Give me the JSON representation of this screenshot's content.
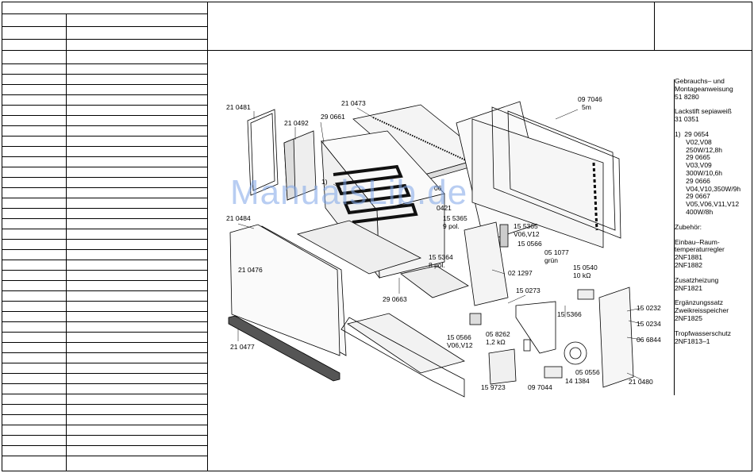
{
  "labels": {
    "p210481": "21 0481",
    "p210492": "21 0492",
    "p290661": "29 0661",
    "p210473": "21 0473",
    "p097046a": "09 7046",
    "p097046b": "5m",
    "ref1": "1)",
    "p210484": "21 0484",
    "p210476": "21 0476",
    "p210477": "21 0477",
    "p290663": "29 0663",
    "p155365a": "15 5365",
    "p155365b": "9 pol.",
    "p155365c": "15 5365",
    "p155365d": "V06,V12",
    "p150566a": "15 0566",
    "p155364a": "15 5364",
    "p155364b": "8 pol.",
    "p021297": "02 1297",
    "p051077a": "05 1077",
    "p051077b": "grün",
    "p150540a": "15 0540",
    "p150540b": "10 kΩ",
    "p150273": "15 0273",
    "p155366": "15 5366",
    "p150566b": "15 0566",
    "p150566c": "V06,V12",
    "p058262a": "05 8262",
    "p058262b": "1,2 kΩ",
    "p159723": "15 9723",
    "p097044": "09 7044",
    "p141384": "14 1384",
    "p050556": "05 0556",
    "p150232": "15 0232",
    "p150234": "15 0234",
    "p066844": "06 6844",
    "p210480": "21 0480",
    "p0421": "0421",
    "p06": "06"
  },
  "side_notes": [
    "Gebrauchs– und\nMontageanweisung\n51 8280",
    "Lackstift sepiaweiß\n31 0351",
    "1)  29 0654\n      V02,V08\n      250W/12,8h\n      29 0665\n      V03,V09\n      300W/10,6h\n      29 0666\n      V04,V10,350W/9h\n      29 0667\n      V05,V06,V11,V12\n      400W/8h",
    "Zubehör:",
    "Einbau–Raum-\ntemperaturregler\n2NF1881\n2NF1882",
    "Zusatzheizung\n2NF1821",
    "Ergänzungssatz\nZweikreisspeicher\n2NF1825",
    "Tropfwasserschutz\n2NF1813–1"
  ],
  "watermark": "ManualsLib.de"
}
